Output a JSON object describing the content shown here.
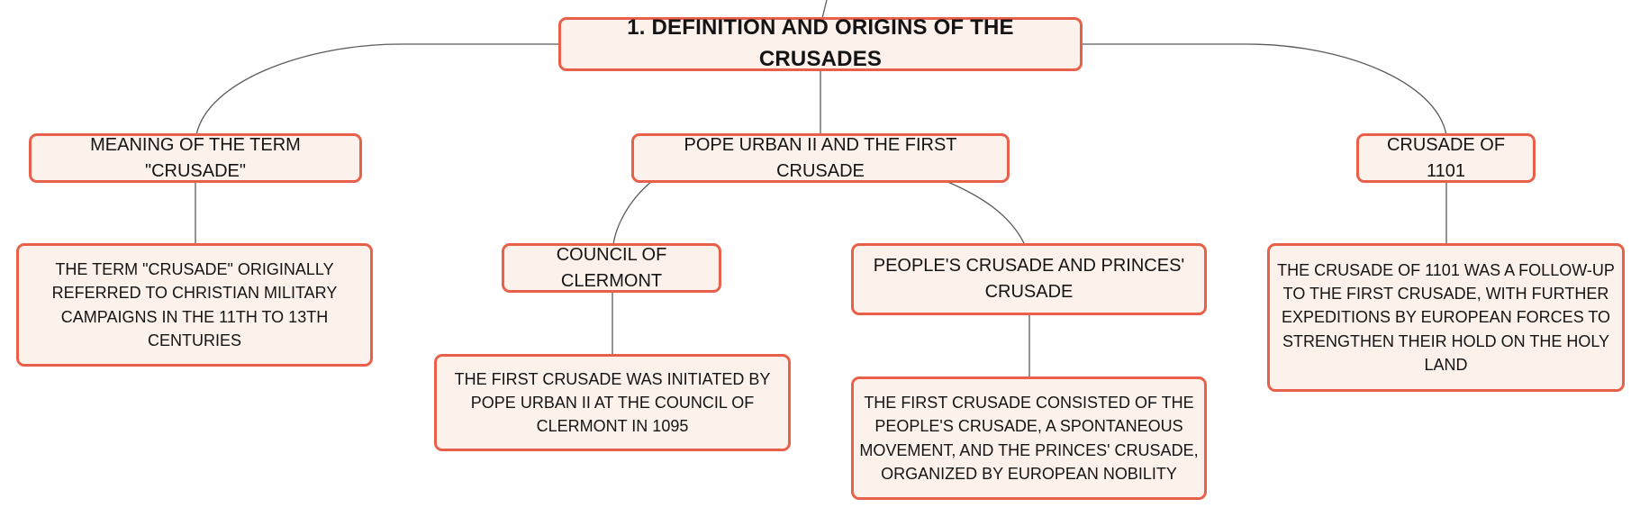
{
  "root": {
    "label": "1. DEFINITION AND ORIGINS OF THE CRUSADES"
  },
  "subtopics": {
    "meaning": "MEANING OF THE TERM \"CRUSADE\"",
    "urban": "POPE URBAN II AND THE FIRST CRUSADE",
    "crusade1101": "CRUSADE OF 1101",
    "clermont": "COUNCIL OF CLERMONT",
    "peoples": "PEOPLE'S CRUSADE AND PRINCES' CRUSADE"
  },
  "details": {
    "meaning": "THE TERM \"CRUSADE\" ORIGINALLY REFERRED TO CHRISTIAN MILITARY CAMPAIGNS IN THE 11TH TO 13TH CENTURIES",
    "clermont": "THE FIRST CRUSADE WAS INITIATED BY POPE URBAN II AT THE COUNCIL OF CLERMONT IN 1095",
    "peoples": "THE FIRST CRUSADE CONSISTED OF THE PEOPLE'S CRUSADE, A SPONTANEOUS MOVEMENT, AND THE PRINCES' CRUSADE, ORGANIZED BY EUROPEAN NOBILITY",
    "crusade1101": "THE CRUSADE OF 1101 WAS A FOLLOW-UP TO THE FIRST CRUSADE, WITH FURTHER EXPEDITIONS BY EUROPEAN FORCES TO STRENGTHEN THEIR HOLD ON THE HOLY LAND"
  },
  "colors": {
    "node_border": "#e8604a",
    "node_fill": "#fdf1ec",
    "connector": "#5a5a5a",
    "text": "#141414"
  }
}
